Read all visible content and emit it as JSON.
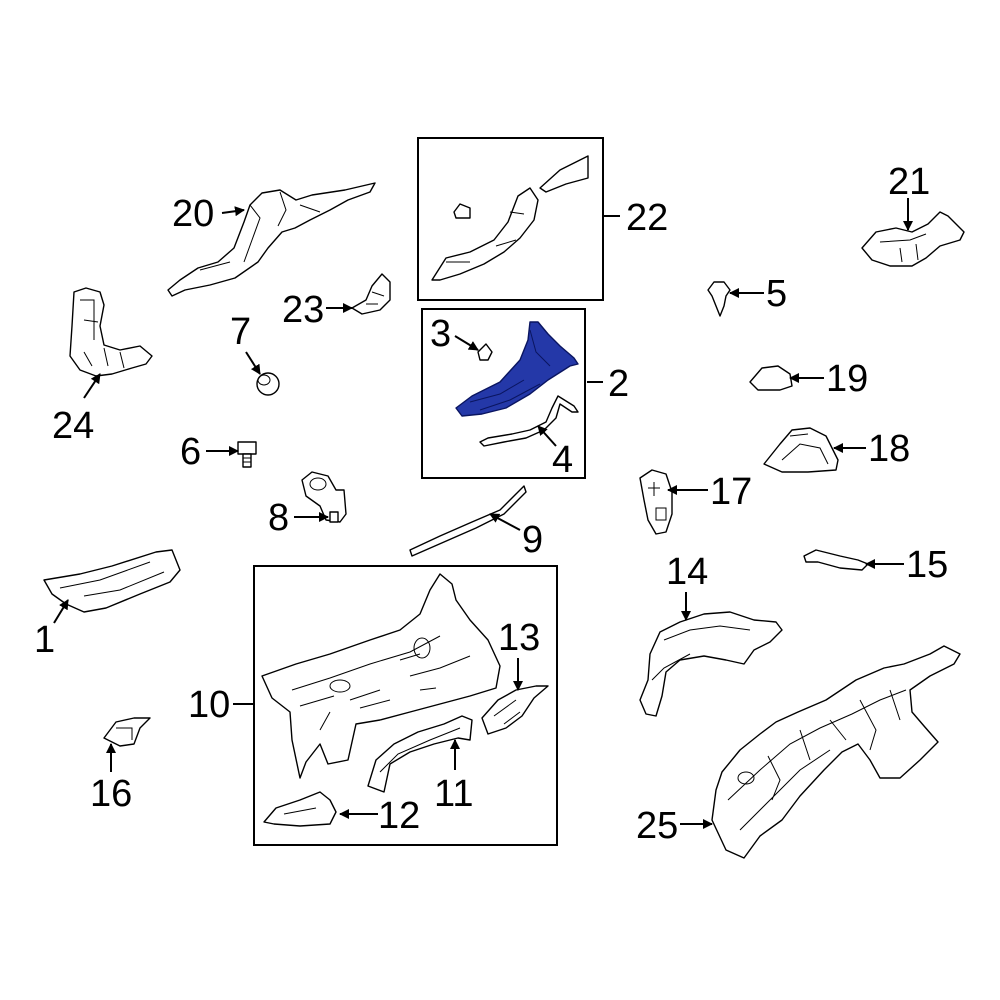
{
  "callouts": {
    "c1": "1",
    "c2": "2",
    "c3": "3",
    "c4": "4",
    "c5": "5",
    "c6": "6",
    "c7": "7",
    "c8": "8",
    "c9": "9",
    "c10": "10",
    "c11": "11",
    "c12": "12",
    "c13": "13",
    "c14": "14",
    "c15": "15",
    "c16": "16",
    "c17": "17",
    "c18": "18",
    "c19": "19",
    "c20": "20",
    "c21": "21",
    "c22": "22",
    "c23": "23",
    "c24": "24",
    "c25": "25"
  },
  "colors": {
    "highlight": "#2438a8",
    "line": "#000000",
    "background": "#ffffff"
  }
}
